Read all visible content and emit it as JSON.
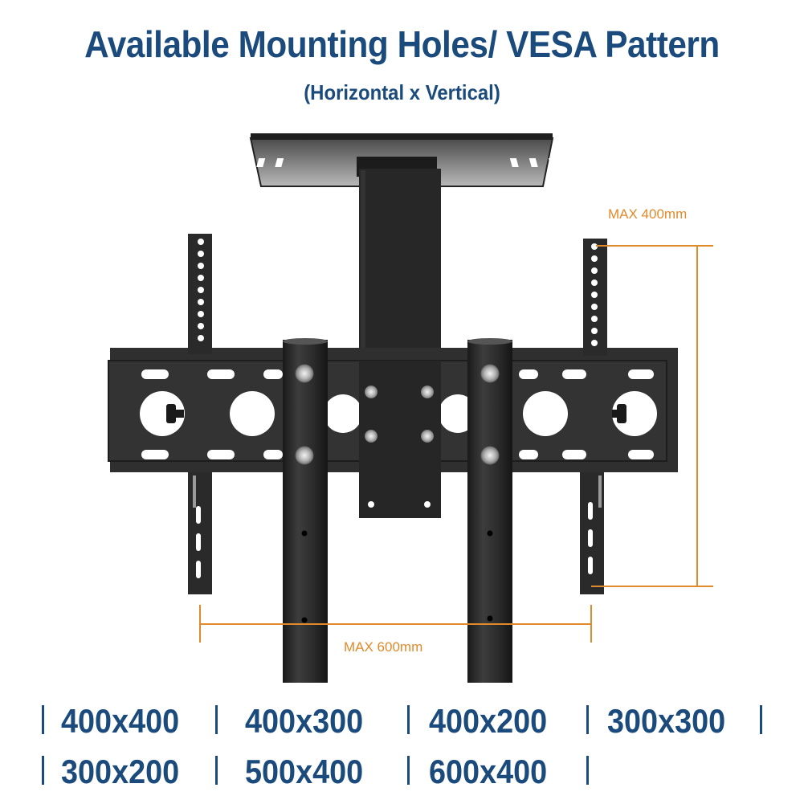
{
  "header": {
    "title": "Available Mounting Holes/ VESA Pattern",
    "subtitle": "(Horizontal x Vertical)"
  },
  "product": {
    "description": "TV mount bracket with top tray, two vertical poles, horizontal mounting plate and adjustable side arms",
    "dimensions": {
      "vertical_label": "MAX 400mm",
      "horizontal_label": "MAX 600mm"
    }
  },
  "vesa_patterns": {
    "row1": [
      "400x400",
      "400x300",
      "400x200",
      "300x300"
    ],
    "row2": [
      "300x200",
      "500x400",
      "600x400"
    ]
  },
  "colors": {
    "heading": "#1b4a7c",
    "dimension": "#e08a2c",
    "metal": "#2b2b2b"
  }
}
